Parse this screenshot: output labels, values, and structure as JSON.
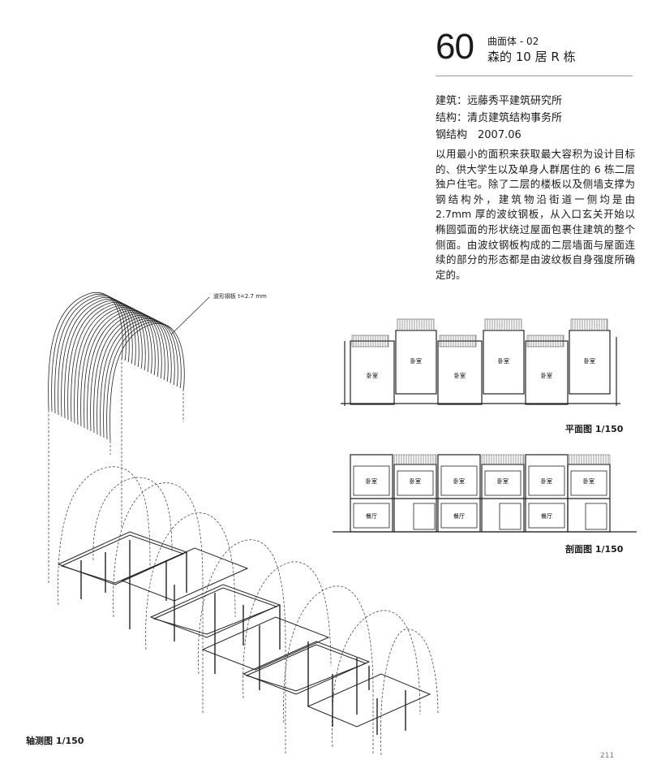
{
  "header": {
    "number": "60",
    "category": "曲面体 - 02",
    "title": "森的 10 居 R 栋"
  },
  "credits": [
    "建筑：远藤秀平建筑研究所",
    "结构：清贞建筑结构事务所",
    "钢结构　2007.06"
  ],
  "description": "以用最小的面积来获取最大容积为设计目标的、供大学生以及单身人群居住的 6 栋二层独户住宅。除了二层的楼板以及侧墙支撑为钢结构外，建筑物沿街道一侧均是由 2.7mm 厚的波纹钢板，从入口玄关开始以椭圆弧面的形状绕过屋面包裹住建筑的整个侧面。由波纹钢板构成的二层墙面与屋面连续的部分的形态都是由波纹板自身强度所确定的。",
  "axonometric": {
    "callout": "波形钢板 t=2.7 mm",
    "caption": "轴测图 1/150"
  },
  "plan": {
    "caption": "平面图 1/150",
    "rooms": [
      "卧室",
      "卧室",
      "卧室",
      "卧室",
      "卧室",
      "卧室"
    ]
  },
  "section": {
    "caption": "剖面图 1/150",
    "upper_rooms": [
      "卧室",
      "卧室",
      "卧室",
      "卧室",
      "卧室",
      "卧室"
    ],
    "lower_rooms": [
      "餐厅",
      "",
      "餐厅",
      "",
      "餐厅",
      ""
    ]
  },
  "page_number": "211"
}
